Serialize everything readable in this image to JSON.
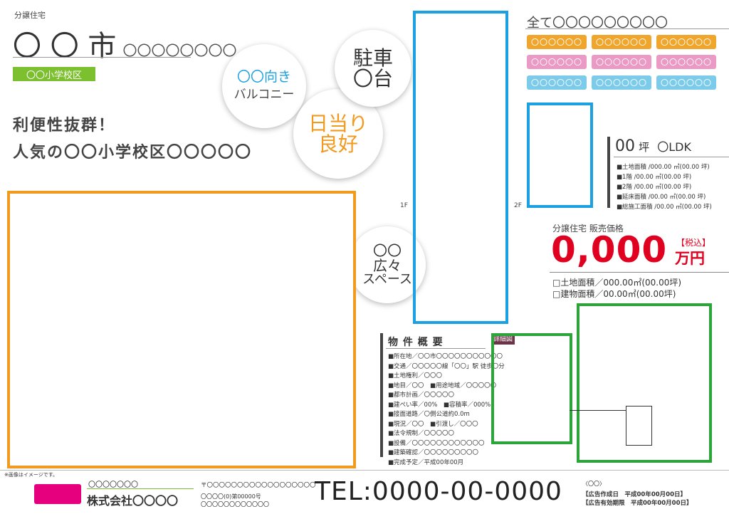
{
  "header": {
    "small_label": "分譲住宅",
    "city": "〇 〇 市",
    "city_suffix": "〇〇〇〇〇〇〇〇",
    "school_badge": "〇〇小学校区"
  },
  "headline": {
    "line1": "利便性抜群！",
    "line2": "人気の〇〇小学校区〇〇〇〇〇"
  },
  "circles": {
    "balcony_top": "〇〇向き",
    "balcony_bottom": "バルコニー",
    "sun_top": "日当り",
    "sun_bottom": "良好",
    "parking_top": "駐車",
    "parking_bottom": "〇台",
    "space_top": "〇〇",
    "space_mid": "広々",
    "space_bottom": "スペース"
  },
  "floor_labels": {
    "f1": "1F",
    "f2": "2F"
  },
  "all_heading": "全て〇〇〇〇〇〇〇〇〇",
  "tags": {
    "orange": [
      "〇〇〇〇〇〇",
      "〇〇〇〇〇〇",
      "〇〇〇〇〇〇"
    ],
    "pink": [
      "〇〇〇〇〇〇",
      "〇〇〇〇〇〇",
      "〇〇〇〇〇〇"
    ],
    "blue": [
      "〇〇〇〇〇〇",
      "〇〇〇〇〇〇",
      "〇〇〇〇〇〇"
    ]
  },
  "colors": {
    "orange": "#F0A62C",
    "pink": "#EA9AC4",
    "blue": "#7DCBEB",
    "frame_orange": "#F29A1D",
    "frame_blue": "#1BA1E2",
    "frame_green": "#2BA43A",
    "price_red": "#E0001F",
    "badge_green": "#7CBF2F",
    "magenta": "#E6007E"
  },
  "layout_spec": {
    "tsubo": "00",
    "tsubo_unit": "坪",
    "ldk": "〇LDK",
    "lines": [
      "■土地面積 /000.00 ㎡(00.00 坪)",
      "■1階 /00.00 ㎡(00.00 坪)",
      "■2階 /00.00 ㎡(00.00 坪)",
      "■延床面積 /00.00 ㎡(00.00 坪)",
      "■総施工面積 /00.00 ㎡(00.00 坪)"
    ]
  },
  "price": {
    "label": "分譲住宅 販売価格",
    "value": "0,000",
    "tax": "【税込】",
    "unit": "万円",
    "land": "□土地面積／000.00㎡(00.00坪)",
    "building": "□建物面積／00.00㎡(00.00坪)"
  },
  "summary": {
    "title": "物 件 概 要",
    "lines": [
      "■所在地／〇〇市〇〇〇〇〇〇〇〇〇〇〇",
      "■交通／〇〇〇〇〇線「〇〇」駅 徒歩〇分",
      "■土地権利／〇〇〇",
      "■地目／〇〇　■用途地域／〇〇〇〇〇",
      "■都市計画／〇〇〇〇〇",
      "■建ぺい率／00%　■容積率／000%",
      "■接面道路／〇側公道約0.0m",
      "■現況／〇〇　■引渡し／〇〇〇",
      "■法令規制／〇〇〇〇〇",
      "■設備／〇〇〇〇〇〇〇〇〇〇〇〇",
      "■建築確認／〇〇〇〇〇〇〇〇〇",
      "■完成予定／平成00年00月"
    ]
  },
  "detail_label": "詳細図",
  "footer": {
    "note": "※画像はイメージです。",
    "company_small": "〇〇〇〇〇〇〇",
    "company": "株式会社〇〇〇〇",
    "address1": "〒〇〇〇〇〇〇〇〇〇〇〇〇〇〇〇〇〇〇",
    "address2": "〇〇〇〇(0)第00000号",
    "address3": "〇〇〇〇〇〇〇〇〇〇〇〇",
    "tel": "TEL:0000-00-0000",
    "right_small": "〈〇〇〉",
    "ad_created": "【広告作成日　平成00年00月00日】",
    "ad_valid": "【広告有効期限　平成00年00月00日】"
  }
}
